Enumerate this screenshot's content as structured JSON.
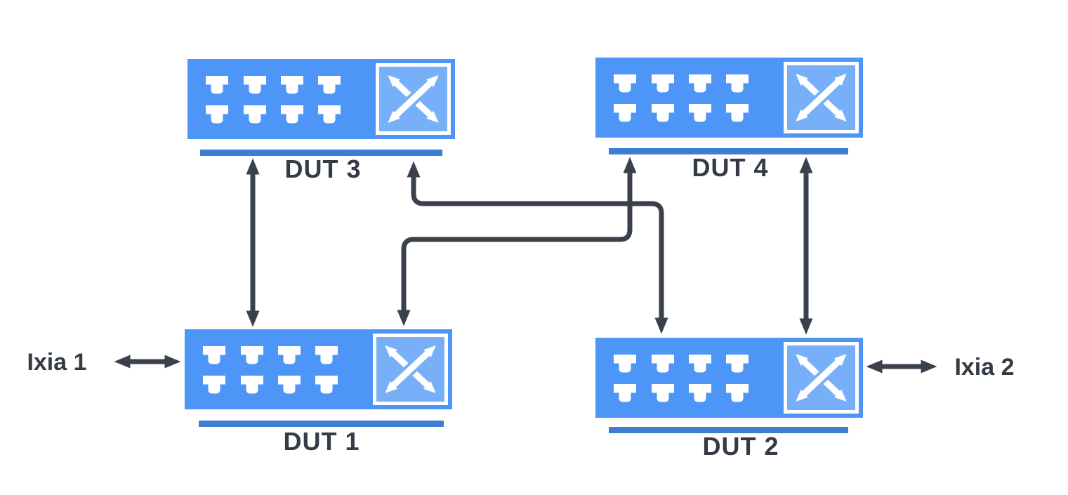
{
  "diagram": {
    "type": "network-topology",
    "nodes": {
      "dut1": {
        "label": "DUT 1",
        "kind": "switch"
      },
      "dut2": {
        "label": "DUT 2",
        "kind": "switch"
      },
      "dut3": {
        "label": "DUT 3",
        "kind": "switch"
      },
      "dut4": {
        "label": "DUT 4",
        "kind": "switch"
      }
    },
    "endpoints": {
      "ixia1": {
        "label": "Ixia 1"
      },
      "ixia2": {
        "label": "Ixia 2"
      }
    },
    "links": [
      {
        "from": "ixia1",
        "to": "dut1",
        "arrows": "both",
        "shape": "straight"
      },
      {
        "from": "ixia2",
        "to": "dut2",
        "arrows": "both",
        "shape": "straight"
      },
      {
        "from": "dut3",
        "to": "dut1",
        "arrows": "both",
        "shape": "straight"
      },
      {
        "from": "dut4",
        "to": "dut2",
        "arrows": "both",
        "shape": "straight"
      },
      {
        "from": "dut3",
        "to": "dut2",
        "arrows": "both",
        "shape": "elbow"
      },
      {
        "from": "dut4",
        "to": "dut1",
        "arrows": "both",
        "shape": "elbow"
      }
    ],
    "icons": {
      "switch_icon": "crossed-arrows-switch-icon",
      "port_icon": "ethernet-port-icon"
    },
    "colors": {
      "switch_fill": "#4D95F7",
      "switch_icon_fill": "#77B0F9",
      "switch_underline": "#3D7DD2",
      "connector": "#3A414C",
      "label_text": "#343B45",
      "background": "#FFFFFF"
    }
  }
}
